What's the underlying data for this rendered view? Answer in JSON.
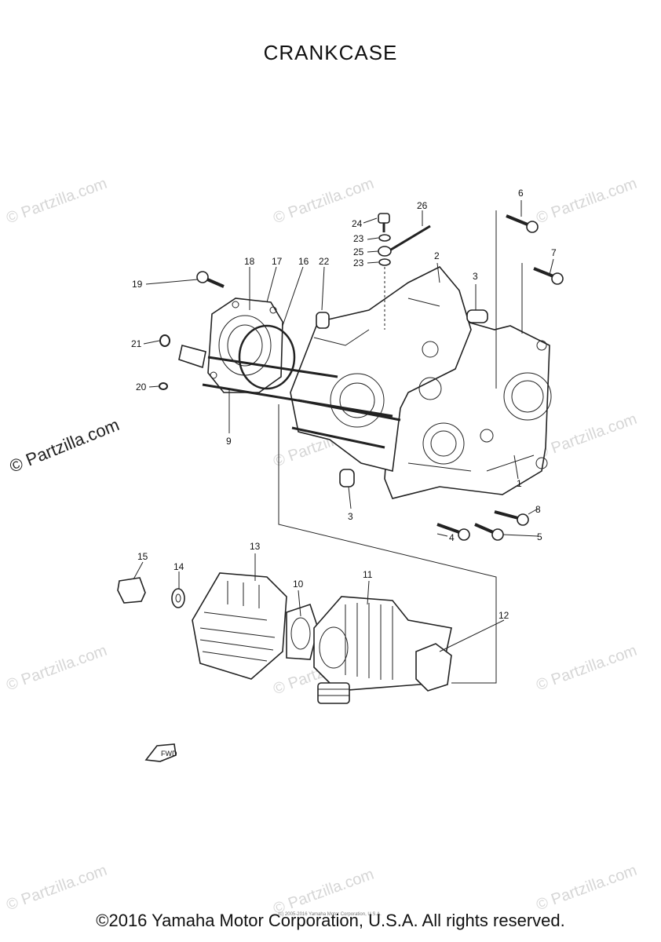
{
  "title": "CRANKCASE",
  "footer": "©2016 Yamaha Motor Corporation, U.S.A. All rights reserved.",
  "fine_print": "(c) 2005-2016 Yamaha Motor Corporation, U.S.A.",
  "watermark": "© Partzilla.com",
  "fwd_mark": "FWD",
  "callouts": [
    "1",
    "2",
    "3",
    "3",
    "4",
    "5",
    "6",
    "7",
    "8",
    "9",
    "10",
    "11",
    "12",
    "13",
    "14",
    "15",
    "16",
    "17",
    "18",
    "19",
    "20",
    "21",
    "22",
    "23",
    "23",
    "24",
    "25",
    "26"
  ]
}
